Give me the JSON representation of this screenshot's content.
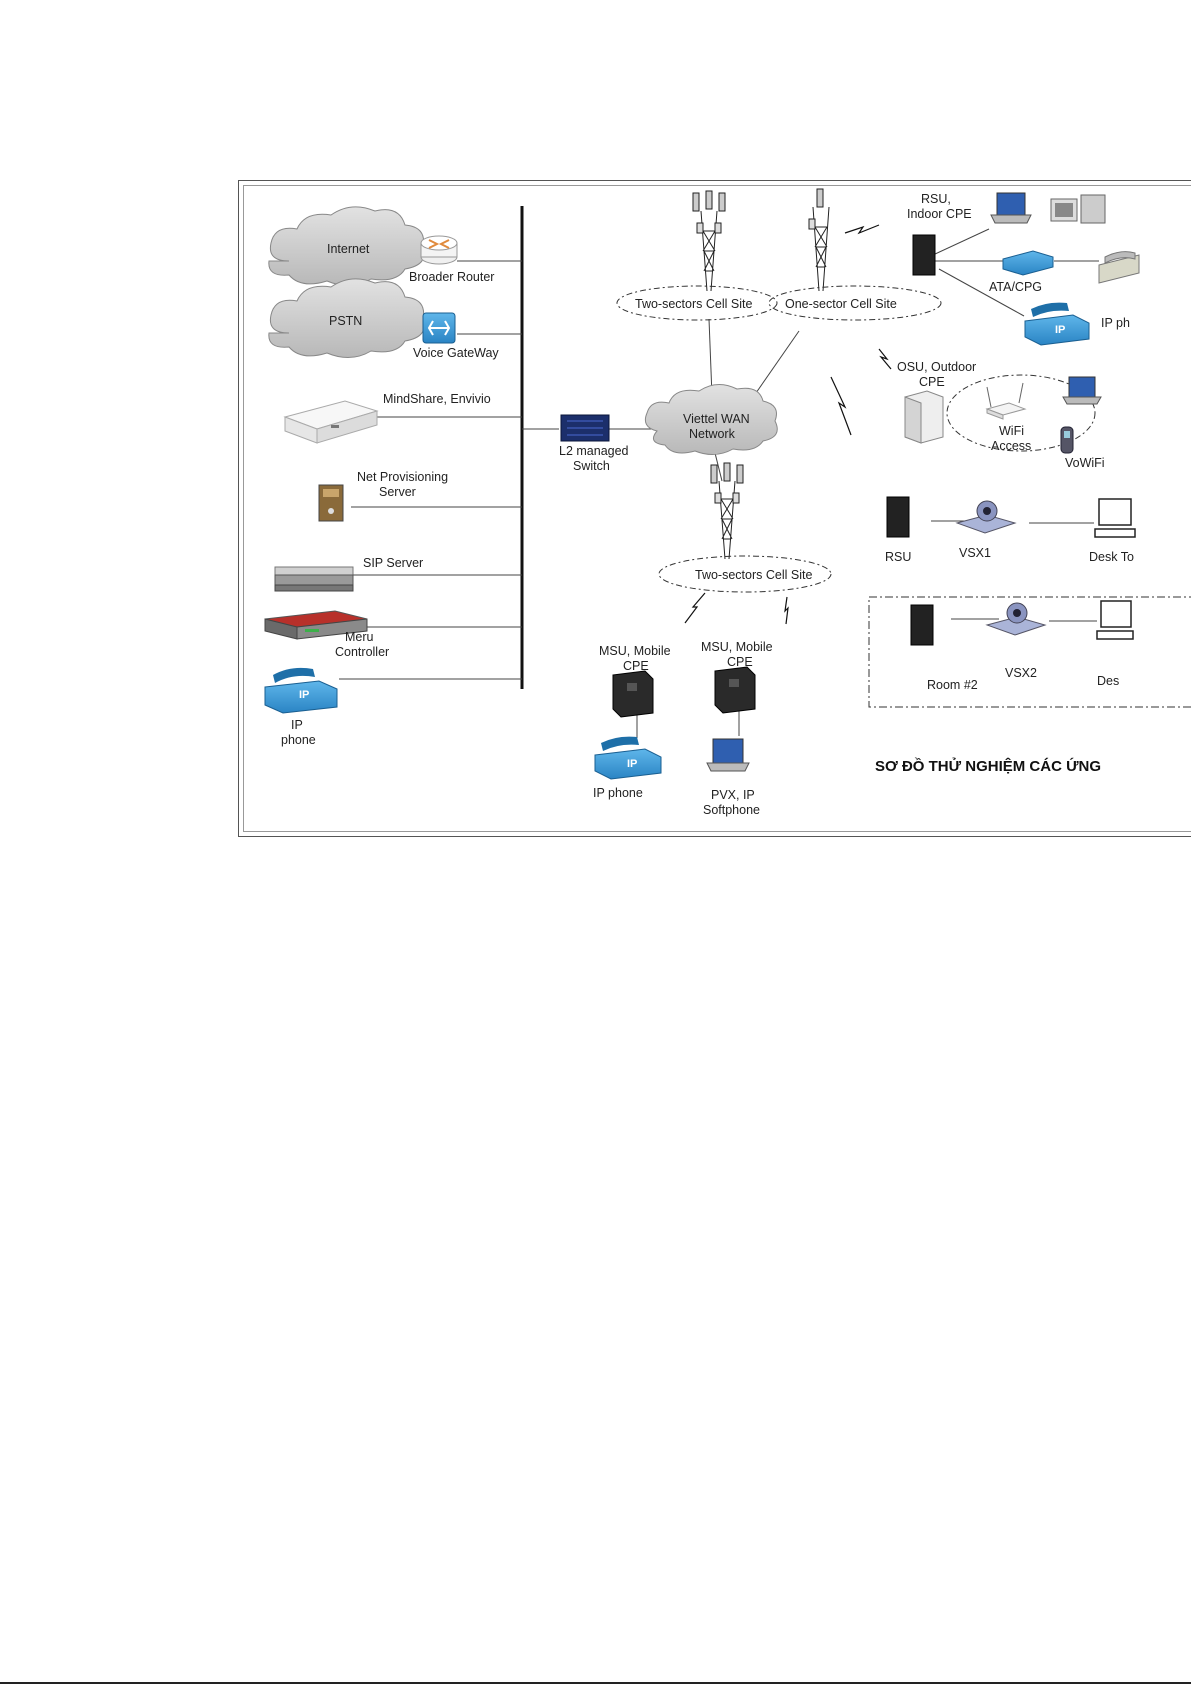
{
  "diagram": {
    "title": "SƠ ĐỒ THỬ NGHIỆM CÁC ỨNG",
    "clouds": {
      "internet": "Internet",
      "pstn": "PSTN",
      "wan": [
        "Viettel WAN",
        "Network"
      ]
    },
    "left_nodes": {
      "router": "Broader Router",
      "gateway": "Voice GateWay",
      "mindshare": "MindShare, Envivio",
      "provisioning": [
        "Net Provisioning",
        "Server"
      ],
      "sip": "SIP Server",
      "meru": [
        "Meru",
        "Controller"
      ],
      "ipphone": [
        "IP",
        "phone"
      ]
    },
    "switch": [
      "L2 managed",
      "Switch"
    ],
    "cell_sites": {
      "two_top": "Two-sectors Cell Site",
      "one": "One-sector Cell Site",
      "two_bottom": "Two-sectors Cell Site"
    },
    "right_nodes": {
      "rsu_indoor": [
        "RSU,",
        "Indoor CPE"
      ],
      "ata": "ATA/CPG",
      "ip_phone_right": "IP ph",
      "osu": [
        "OSU, Outdoor",
        "CPE"
      ],
      "wifi": [
        "WiFi",
        "Access"
      ],
      "vowifi": "VoWiFi",
      "rsu": "RSU",
      "vsx1": "VSX1",
      "desk1": "Desk To",
      "room2": "Room #2",
      "vsx2": "VSX2",
      "desk2": "Des"
    },
    "mobile": {
      "msu1": [
        "MSU, Mobile",
        "CPE"
      ],
      "msu2": [
        "MSU, Mobile",
        "CPE"
      ],
      "ipphone_bottom": "IP phone",
      "pvx": [
        "PVX, IP",
        "Softphone"
      ]
    }
  },
  "colors": {
    "phone_blue": "#3a9ad9",
    "cloud_gray": "#c8c8c8",
    "switch_navy": "#1c2f6b",
    "router_orange": "#e08a3c"
  }
}
